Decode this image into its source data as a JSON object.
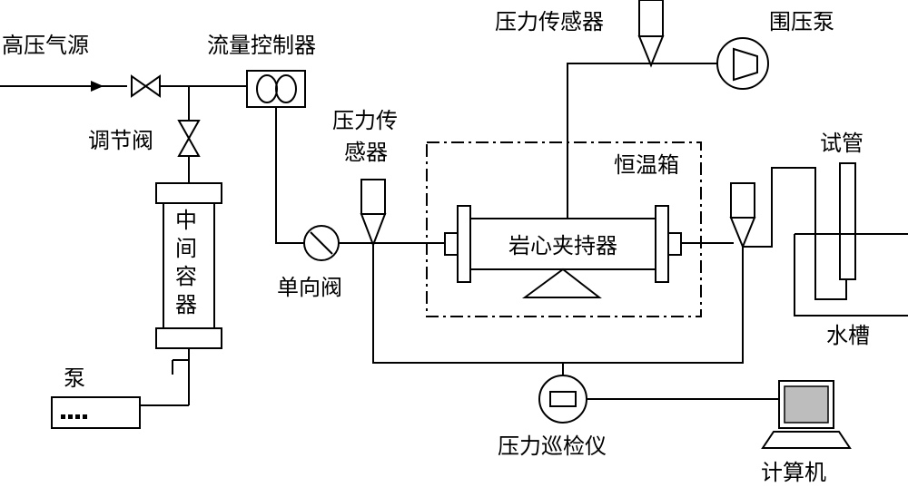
{
  "labels": {
    "gas_source": "高压气源",
    "flow_controller": "流量控制器",
    "pressure_sensor_top": "压力传感器",
    "confining_pump": "围压泵",
    "regulating_valve": "调节阀",
    "pressure_sensor_left_line1": "压力传",
    "pressure_sensor_left_line2": "感器",
    "thermostat": "恒温箱",
    "test_tube": "试管",
    "intermediate_container": [
      "中",
      "间",
      "容",
      "器"
    ],
    "core_holder": "岩心夹持器",
    "check_valve": "单向阀",
    "water_tank": "水槽",
    "pump": "泵",
    "pressure_inspector": "压力巡检仪",
    "computer": "计算机"
  }
}
